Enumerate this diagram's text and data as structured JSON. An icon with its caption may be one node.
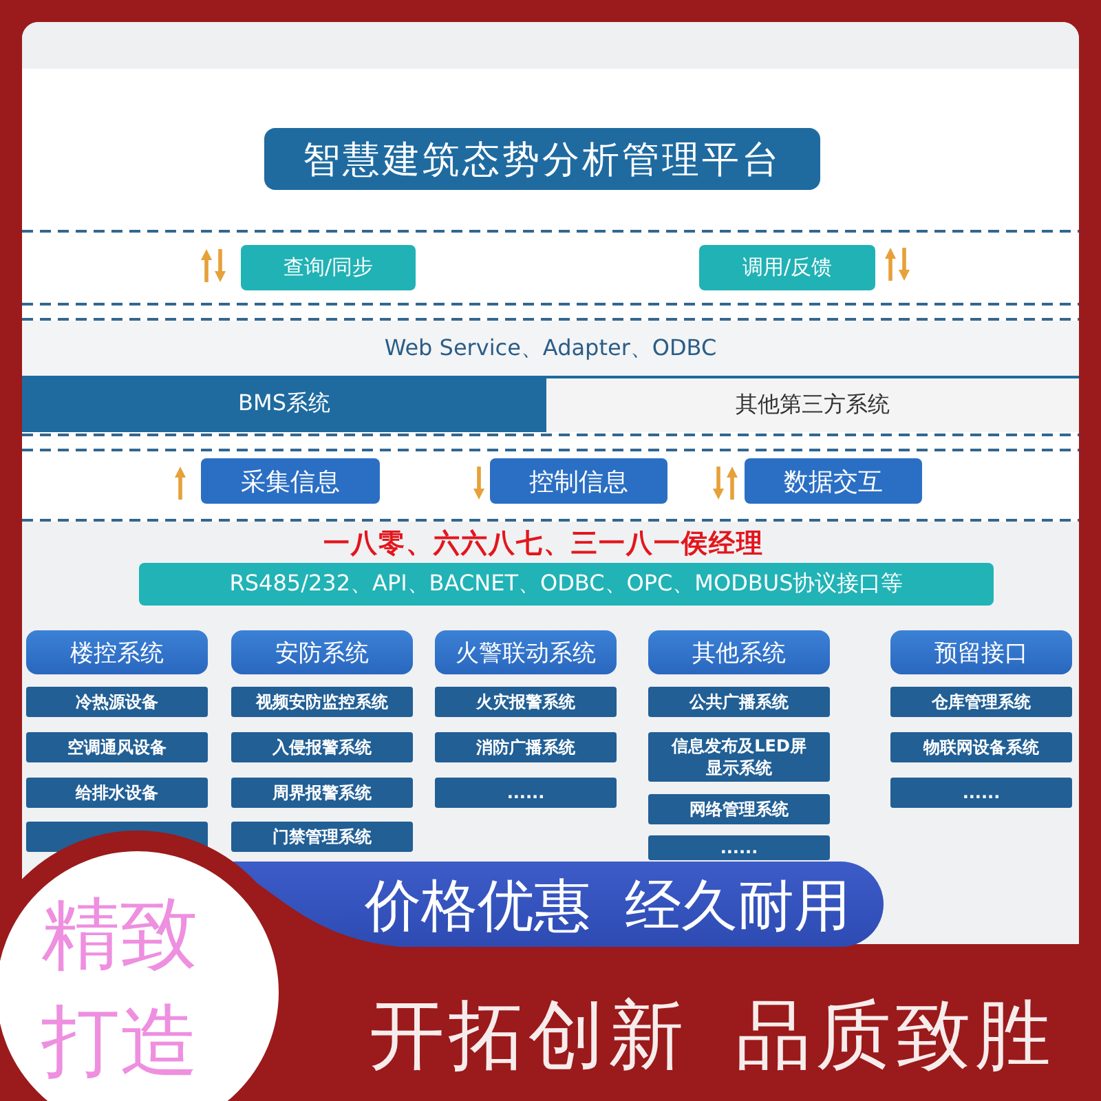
{
  "diagram": {
    "nodes": [
      {
        "text": [
          "智慧建筑态势分析管理平台"
        ]
      },
      {
        "text": [
          "查询/同步"
        ]
      },
      {
        "text": [
          "调用/反馈"
        ]
      },
      {
        "text": [
          "Web Service、Adapter、ODBC"
        ]
      },
      {
        "text": [
          "BMS系统"
        ]
      },
      {
        "text": [
          "其他第三方系统"
        ]
      },
      {
        "text": [
          "采集信息"
        ]
      },
      {
        "text": [
          "控制信息"
        ]
      },
      {
        "text": [
          "数据交互"
        ]
      },
      {
        "text": [
          "RS485/232、API、BACNET、ODBC、OPC、MODBUS协议接口等"
        ]
      },
      {
        "text": [
          "楼控系统"
        ]
      },
      {
        "text": [
          "冷热源设备"
        ]
      },
      {
        "text": [
          "空调通风设备"
        ]
      },
      {
        "text": [
          "给排水设备"
        ]
      },
      {
        "text": [],
        "shape": "box"
      },
      {
        "text": [
          "安防系统"
        ]
      },
      {
        "text": [
          "视频安防监控系统"
        ]
      },
      {
        "text": [
          "入侵报警系统"
        ]
      },
      {
        "text": [
          "周界报警系统"
        ]
      },
      {
        "text": [
          "门禁管理系统"
        ]
      },
      {
        "text": [
          "火警联动系统"
        ]
      },
      {
        "text": [
          "火灾报警系统"
        ]
      },
      {
        "text": [
          "消防广播系统"
        ]
      },
      {
        "text": [
          "......"
        ]
      },
      {
        "text": [
          "其他系统"
        ]
      },
      {
        "text": [
          "公共广播系统"
        ]
      },
      {
        "text": [
          "信息发布及LED屏显示系统"
        ]
      },
      {
        "text": [
          "网络管理系统"
        ]
      },
      {
        "text": [
          "......"
        ]
      },
      {
        "text": [
          "预留接口"
        ]
      },
      {
        "text": [
          "仓库管理系统"
        ]
      },
      {
        "text": [
          "物联网设备系统"
        ]
      },
      {
        "text": [
          "......"
        ]
      }
    ],
    "labels": [
      "一八零、六六八七、三一八一侯经理",
      "价格优惠 经久耐用",
      "精致打造",
      "开拓创新 品质致胜"
    ]
  }
}
